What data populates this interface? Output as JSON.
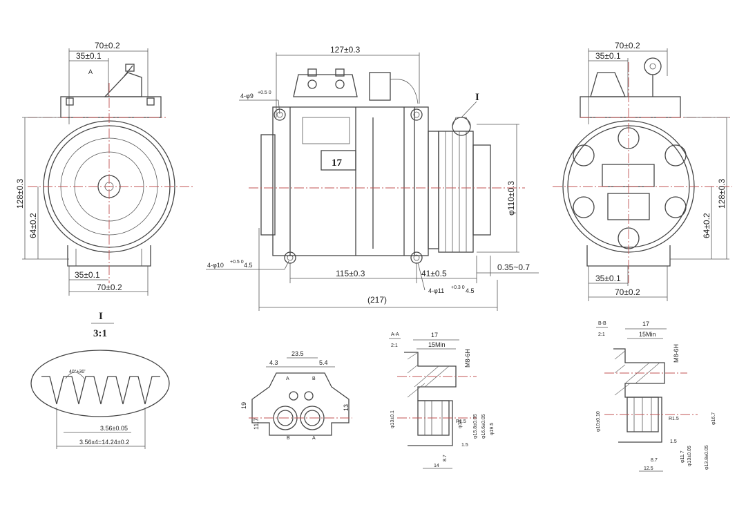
{
  "views": {
    "front": {
      "dims": {
        "w_top": "70±0.2",
        "w_top_half": "35±0.1",
        "w_bot_half": "35±0.1",
        "w_bot": "70±0.2",
        "height": "128±0.3",
        "height_half": "64±0.2"
      },
      "mark": "A"
    },
    "side": {
      "dims": {
        "length": "127±0.3",
        "hole_top": "4-φ9",
        "hole_top_tol": "+0.5 0",
        "hole_bottom": "4-φ10",
        "hole_bottom_tol": "+0.5 0",
        "depth_bottom": "4.5",
        "base": "115±0.3",
        "pulley_off": "41±0.5",
        "hole_pulley": "4-φ11",
        "hole_pulley_tol": "+0.3 0",
        "depth_pulley": "4.5",
        "gap": "0.35~0.7",
        "total": "(217)",
        "pulley_dia": "φ110±0.3"
      },
      "label": "17",
      "detail_mark": "I"
    },
    "rear": {
      "dims": {
        "w_top": "70±0.2",
        "w_top_half": "35±0.1",
        "height": "128±0.3",
        "height_half": "64±0.2",
        "w_bot_half": "35±0.1",
        "w_bot": "70±0.2"
      }
    },
    "detail_i": {
      "title": "I",
      "scale": "3:1",
      "angle": "40°±30'",
      "pitch": "3.56±0.05",
      "total": "3.56x4=14.24±0.2"
    },
    "ports": {
      "dims": {
        "w": "23.5",
        "a": "4.3",
        "b": "5.4",
        "h1": "19",
        "h2": "11.7",
        "h3": "13"
      },
      "marks": [
        "A",
        "B",
        "A",
        "B"
      ]
    },
    "section_a": {
      "mark": "A-A",
      "scale": "2:1",
      "dims": {
        "d17": "17",
        "min": "15Min",
        "thread": "M8-6H",
        "d13": "φ13±0.1",
        "d14": "φ14",
        "d15": "φ15.8±0.05",
        "d16": "φ16.6±0.05",
        "d19": "φ19.5",
        "r": "R1.5",
        "x15": "1.5",
        "x87": "8.7",
        "x14": "14"
      }
    },
    "section_b": {
      "mark": "B-B",
      "scale": "2:1",
      "dims": {
        "d17": "17",
        "min": "15Min",
        "thread": "M8-6H",
        "d10": "φ10±0.10",
        "d11": "φ11.7",
        "d13": "φ13±0.05",
        "d138": "φ13.8±0.05",
        "d167": "φ16.7",
        "r": "R1.5",
        "x15": "1.5",
        "x87": "8.7",
        "x125": "12.5"
      }
    }
  }
}
